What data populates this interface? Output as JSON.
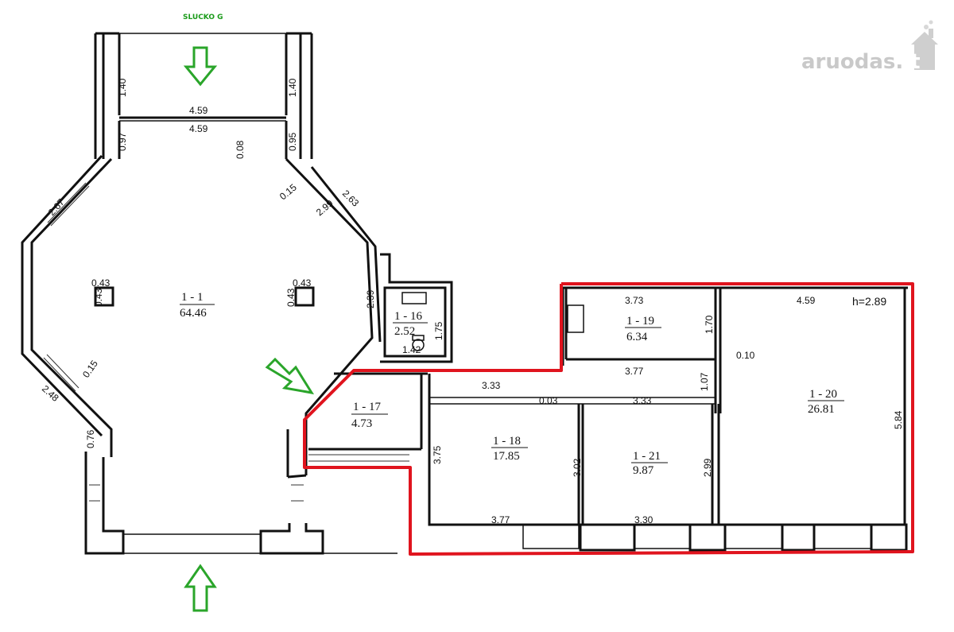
{
  "street_label": "SLUCKO G",
  "watermark": {
    "text_main": "aruodas",
    "text_dot": ".",
    "text_tld": "lt"
  },
  "ceiling_height": "h=2.89",
  "rooms": [
    {
      "id": "1-1",
      "name": "1 - 1",
      "area": "64.46"
    },
    {
      "id": "1-16",
      "name": "1 - 16",
      "area": "2.52"
    },
    {
      "id": "1-17",
      "name": "1 - 17",
      "area": "4.73"
    },
    {
      "id": "1-18",
      "name": "1 - 18",
      "area": "17.85"
    },
    {
      "id": "1-19",
      "name": "1 - 19",
      "area": "6.34"
    },
    {
      "id": "1-20",
      "name": "1 - 20",
      "area": "26.81"
    },
    {
      "id": "1-21",
      "name": "1 - 21",
      "area": "9.87"
    }
  ],
  "dimensions": {
    "d_1_40_left": "1.40",
    "d_1_40_right": "1.40",
    "d_4_59_top_a": "4.59",
    "d_4_59_top_b": "4.59",
    "d_0_08": "0.08",
    "d_0_97": "0.97",
    "d_0_95": "0.95",
    "d_2_67": "2.67",
    "d_0_15_upper": "0.15",
    "d_2_99_diag": "2.99",
    "d_2_63": "2.63",
    "d_0_43_a": "0.43",
    "d_0_43_b": "0.43",
    "d_0_43_c": "0.43",
    "d_0_43_d": "0.43",
    "d_2_39": "2.39",
    "d_1_75": "1.75",
    "d_1_42": "1.42",
    "d_0_15_lower": "0.15",
    "d_2_48": "2.48",
    "d_0_76": "0.76",
    "d_3_73": "3.73",
    "d_1_70": "1.70",
    "d_4_59_r20": "4.59",
    "d_0_10": "0.10",
    "d_3_77_mid": "3.77",
    "d_1_07": "1.07",
    "d_3_33_a": "3.33",
    "d_0_03": "0.03",
    "d_3_33_b": "3.33",
    "d_3_75": "3.75",
    "d_3_02": "3.02",
    "d_2_99_r21": "2.99",
    "d_5_84": "5.84",
    "d_3_77_bottom": "3.77",
    "d_3_30": "3.30"
  },
  "colors": {
    "highlight": "#e0141e",
    "arrow": "#2aa52a",
    "street": "#1a9b1a",
    "watermark": "#c9c9c9"
  },
  "icons": [
    "entrance-arrow-top",
    "entrance-arrow-side",
    "entrance-arrow-bottom",
    "toilet-icon",
    "sink-icon",
    "aruodas-house-icon"
  ]
}
